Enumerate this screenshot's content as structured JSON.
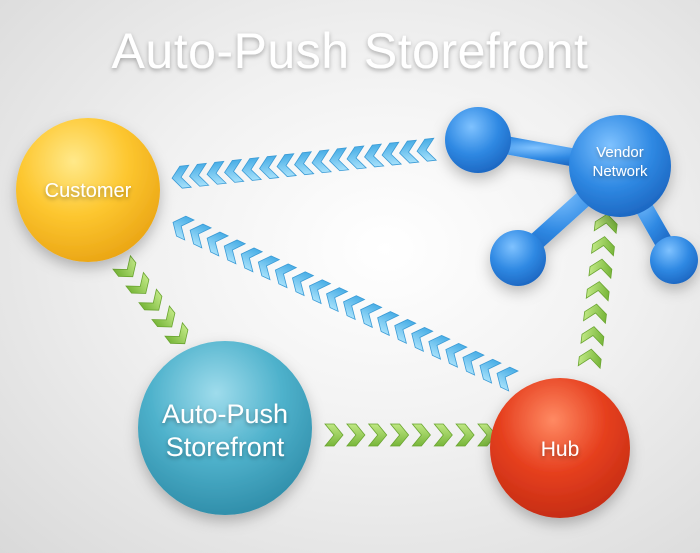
{
  "title": "Auto-Push Storefront",
  "nodes": {
    "customer": {
      "label": "Customer"
    },
    "storefront": {
      "label_line1": "Auto-Push",
      "label_line2": "Storefront"
    },
    "hub": {
      "label": "Hub"
    },
    "vendor_network": {
      "label_line1": "Vendor",
      "label_line2": "Network"
    }
  },
  "colors": {
    "customer": "#f6b91c",
    "storefront": "#41a7c2",
    "hub": "#e03a1e",
    "vendor_network": "#2b82dd",
    "arrow_blue": "#6cc4ef",
    "arrow_green": "#93c850"
  }
}
